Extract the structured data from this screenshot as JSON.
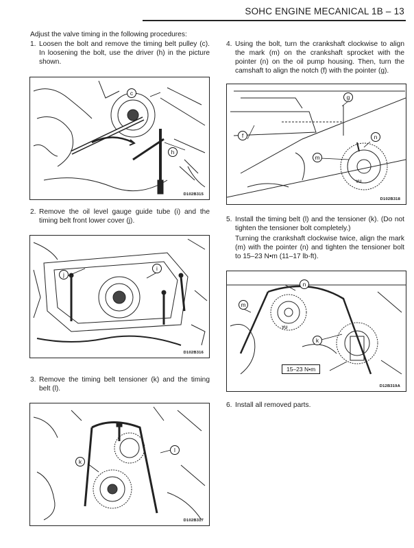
{
  "header": {
    "title": "SOHC ENGINE MECANICAL  1B – 13"
  },
  "intro": "Adjust the valve timing in the following procedures:",
  "steps": [
    {
      "num": "1.",
      "text": "Loosen the bolt and remove the timing belt pulley (c). In loosening the bolt, use the driver (h) in the picture shown."
    },
    {
      "num": "2.",
      "text": "Remove the oil level gauge guide tube (i) and the timing belt front lower cover (j)."
    },
    {
      "num": "3.",
      "text": "Remove the timing belt tensioner (k) and the timing belt (l)."
    },
    {
      "num": "4.",
      "text": "Using the bolt, turn the crankshaft clockwise to align the mark (m) on the crankshaft sprocket with the pointer (n) on the oil pump housing. Then, turn the camshaft to align the notch (f) with the pointer (g)."
    },
    {
      "num": "5.",
      "text": "Install the timing belt (l) and the tensioner (k). (Do not tighten the tensioner bolt completely.)",
      "extra": "Turning the crankshaft clockwise twice, align the mark (m) with the pointer (n) and tighten the tensioner bolt to 15–23 N•m (11–17 lb-ft)."
    },
    {
      "num": "6.",
      "text": "Install all removed parts."
    }
  ],
  "figures": {
    "fig1": {
      "code": "D102B315",
      "callouts": [
        "c",
        "h"
      ]
    },
    "fig2": {
      "code": "D102B316",
      "callouts": [
        "j",
        "i"
      ]
    },
    "fig3": {
      "code": "D102B317",
      "callouts": [
        "k",
        "l"
      ]
    },
    "fig4": {
      "code": "D102B318",
      "callouts": [
        "g",
        "f",
        "n",
        "m"
      ],
      "sprocket_mark": "YU"
    },
    "fig5": {
      "code": "D12B319A",
      "callouts": [
        "n",
        "m",
        "k"
      ],
      "sprocket_mark": "YU",
      "torque_label": "15–23 N•m"
    }
  }
}
